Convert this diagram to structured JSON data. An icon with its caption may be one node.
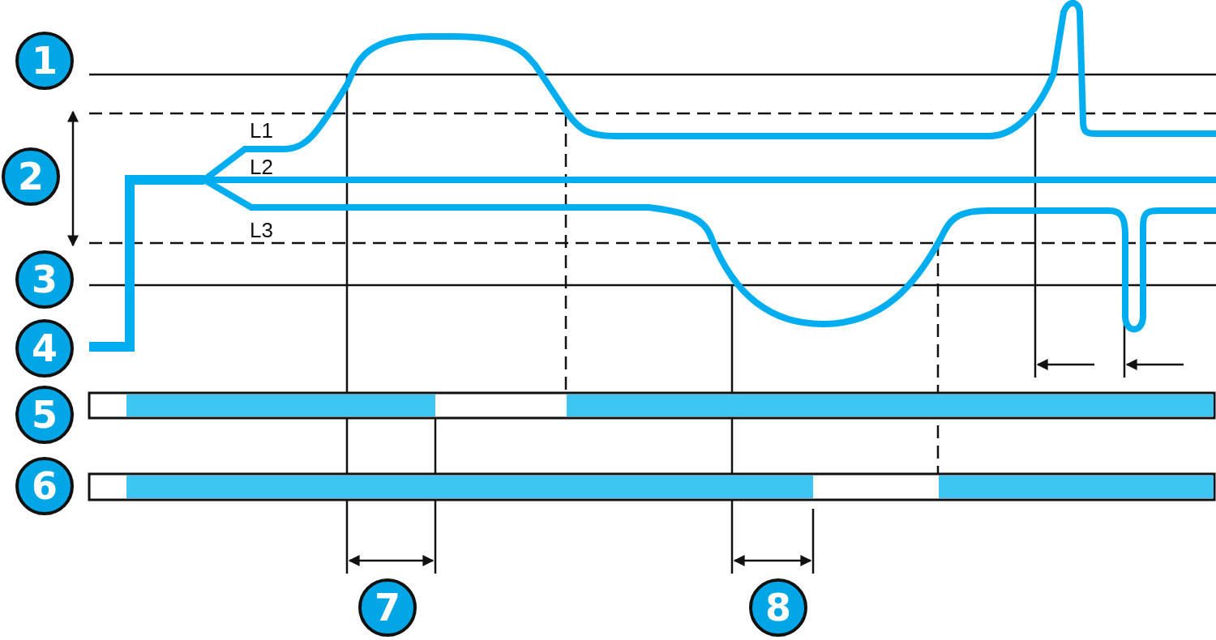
{
  "diagram": {
    "labels": [
      "1",
      "L1",
      "L2",
      "2",
      "L3",
      "3",
      "4",
      "5",
      "6",
      "7",
      "8"
    ]
  }
}
